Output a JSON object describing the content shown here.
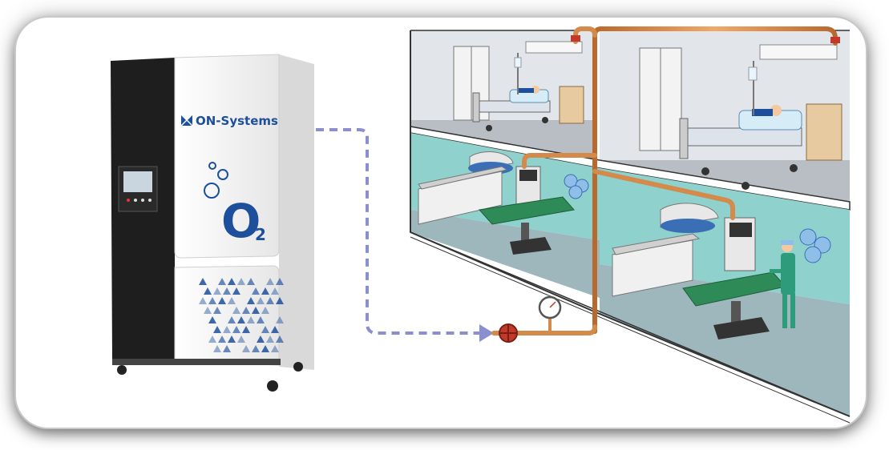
{
  "brand": {
    "name": "ON-Systems",
    "product_symbol": "O",
    "product_subscript": "2"
  },
  "colors": {
    "cabinet_black": "#1e1e1e",
    "cabinet_white": "#f4f4f4",
    "brand_blue": "#1d4f9c",
    "flow_arrow": "#8b8fce",
    "pipe_copper": "#d38a4a",
    "valve_red": "#c0392b",
    "ward_wall": "#e2e6ea",
    "or_wall": "#8fd1cc",
    "or_floor": "#9db7bd",
    "table_green": "#2e8b57"
  },
  "rooms": [
    {
      "name": "ward-room-1"
    },
    {
      "name": "ward-room-2"
    },
    {
      "name": "operating-room-1"
    },
    {
      "name": "operating-room-2"
    }
  ]
}
